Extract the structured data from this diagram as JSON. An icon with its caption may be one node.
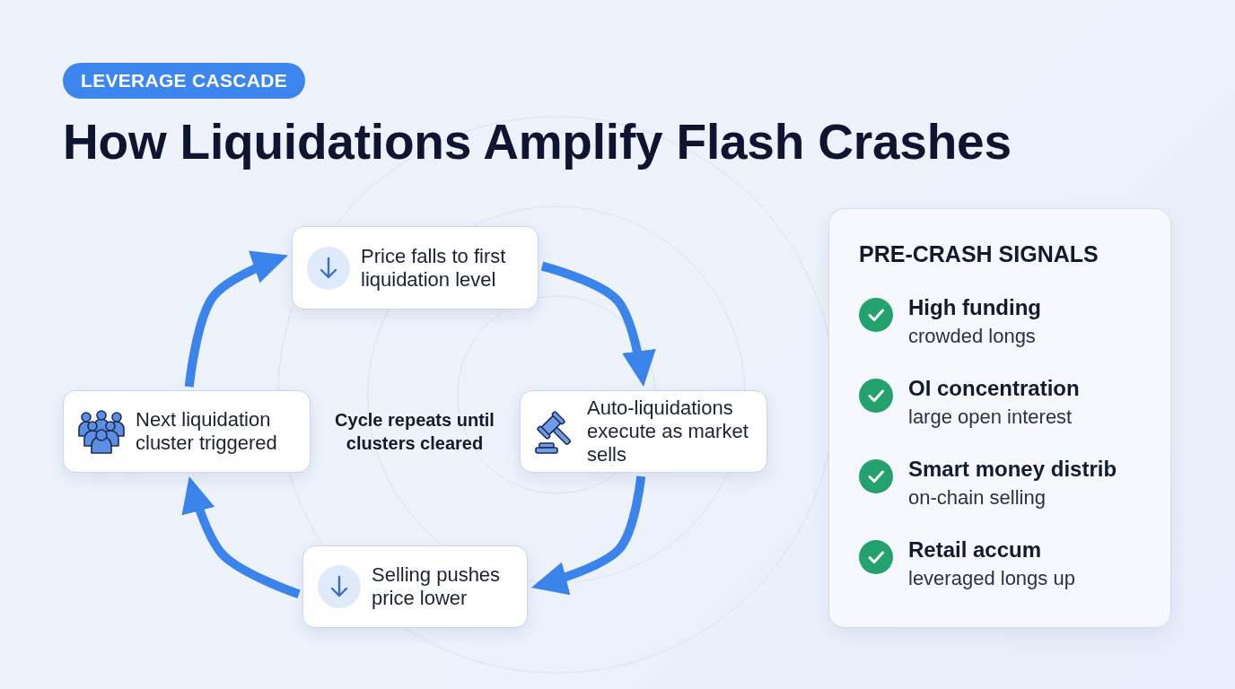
{
  "diagram": {
    "title": "How Liquidations Amplify Flash Crashes",
    "nodes": [
      {
        "text": [
          "LEVERAGE CASCADE"
        ]
      },
      {
        "text": [
          "Price falls to first liquidation level"
        ]
      },
      {
        "text": [
          "Auto-liquidations execute as market sells"
        ]
      },
      {
        "text": [
          "Selling pushes price lower"
        ]
      },
      {
        "text": [
          "Next liquidation cluster triggered"
        ]
      },
      {
        "text": [
          "PRE-CRASH SIGNALS",
          "High funding",
          "crowded longs",
          "OI concentration",
          "large open interest",
          "Smart money distrib",
          "on-chain selling",
          "Retail accum",
          "leveraged longs up"
        ]
      }
    ],
    "edges": [
      {
        "from": 1,
        "to": 2,
        "arrow": "to"
      },
      {
        "from": 2,
        "to": 3,
        "arrow": "to"
      },
      {
        "from": 3,
        "to": 4,
        "arrow": "to"
      },
      {
        "from": 4,
        "to": 1,
        "arrow": "to"
      }
    ],
    "labels": [
      "Cycle repeats until clusters cleared"
    ]
  }
}
